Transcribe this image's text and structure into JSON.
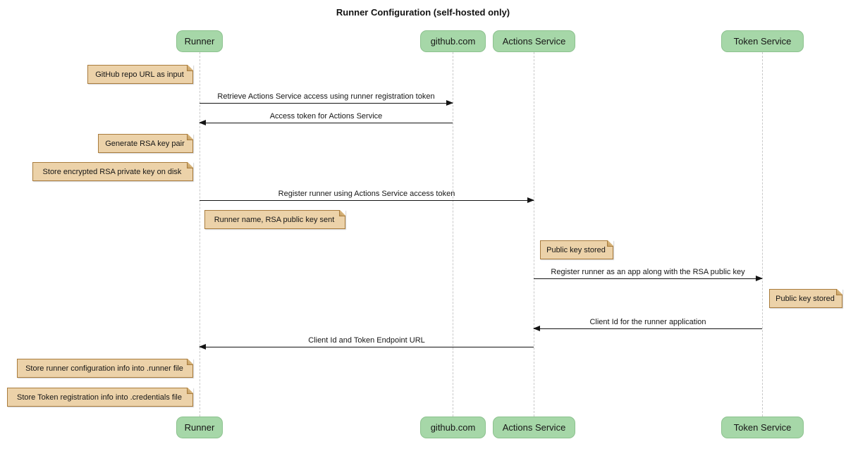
{
  "title": "Runner Configuration (self-hosted only)",
  "participants": [
    {
      "id": "runner",
      "label": "Runner"
    },
    {
      "id": "github",
      "label": "github.com"
    },
    {
      "id": "actions-service",
      "label": "Actions Service"
    },
    {
      "id": "token-service",
      "label": "Token Service"
    }
  ],
  "messages": [
    {
      "from": "Runner",
      "to": "github.com",
      "direction": "right",
      "label": "Retrieve Actions Service access using runner registration token"
    },
    {
      "from": "github.com",
      "to": "Runner",
      "direction": "left",
      "label": "Access token for Actions Service"
    },
    {
      "from": "Runner",
      "to": "Actions Service",
      "direction": "right",
      "label": "Register runner using Actions Service access token"
    },
    {
      "from": "Actions Service",
      "to": "Token Service",
      "direction": "right",
      "label": "Register runner as an app along with the RSA public key"
    },
    {
      "from": "Token Service",
      "to": "Actions Service",
      "direction": "left",
      "label": "Client Id for the runner application"
    },
    {
      "from": "Actions Service",
      "to": "Runner",
      "direction": "left",
      "label": "Client Id and Token Endpoint URL"
    }
  ],
  "notes": [
    {
      "anchor": "Runner",
      "side": "left",
      "label": "GitHub repo URL as input"
    },
    {
      "anchor": "Runner",
      "side": "left",
      "label": "Generate RSA key pair"
    },
    {
      "anchor": "Runner",
      "side": "left",
      "label": "Store encrypted RSA private key on disk"
    },
    {
      "anchor": "Runner",
      "side": "right",
      "label": "Runner name, RSA public key sent"
    },
    {
      "anchor": "Actions Service",
      "side": "right",
      "label": "Public key stored"
    },
    {
      "anchor": "Token Service",
      "side": "right",
      "label": "Public key stored"
    },
    {
      "anchor": "Runner",
      "side": "left",
      "label": "Store runner configuration info into .runner file"
    },
    {
      "anchor": "Runner",
      "side": "left",
      "label": "Store Token registration info into .credentials file"
    }
  ],
  "colors": {
    "participant_fill": "#a6d7a8",
    "participant_border": "#8cc28e",
    "note_fill": "#ecd2a9",
    "note_border": "#a97c3d",
    "lifeline": "#c9c9c9",
    "arrow": "#141414",
    "background": "#ffffff"
  }
}
